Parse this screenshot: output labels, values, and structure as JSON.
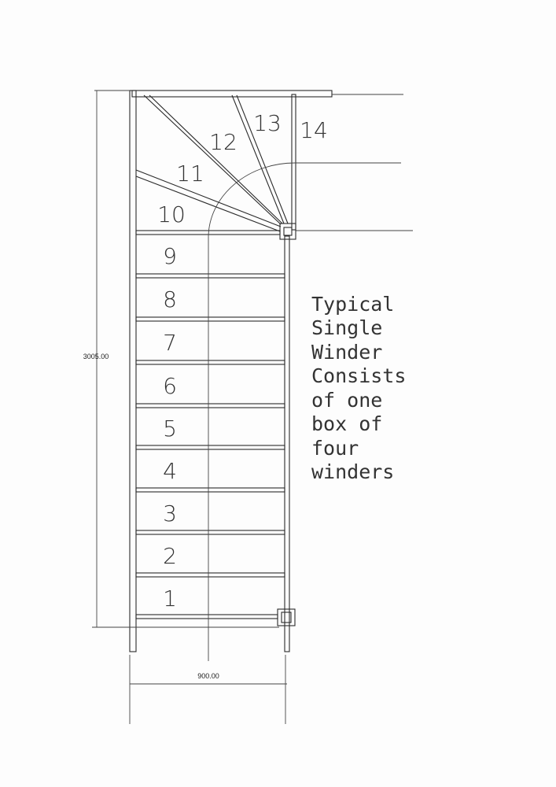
{
  "diagram": {
    "step_numbers": [
      "1",
      "2",
      "3",
      "4",
      "5",
      "6",
      "7",
      "8",
      "9",
      "10",
      "11",
      "12",
      "13",
      "14"
    ],
    "note_lines": [
      "Typical",
      "Single",
      "Winder",
      "Consists",
      "of one",
      "box of",
      "four",
      "winders"
    ],
    "dimension_height": "3005.00",
    "dimension_width": "900.00"
  }
}
